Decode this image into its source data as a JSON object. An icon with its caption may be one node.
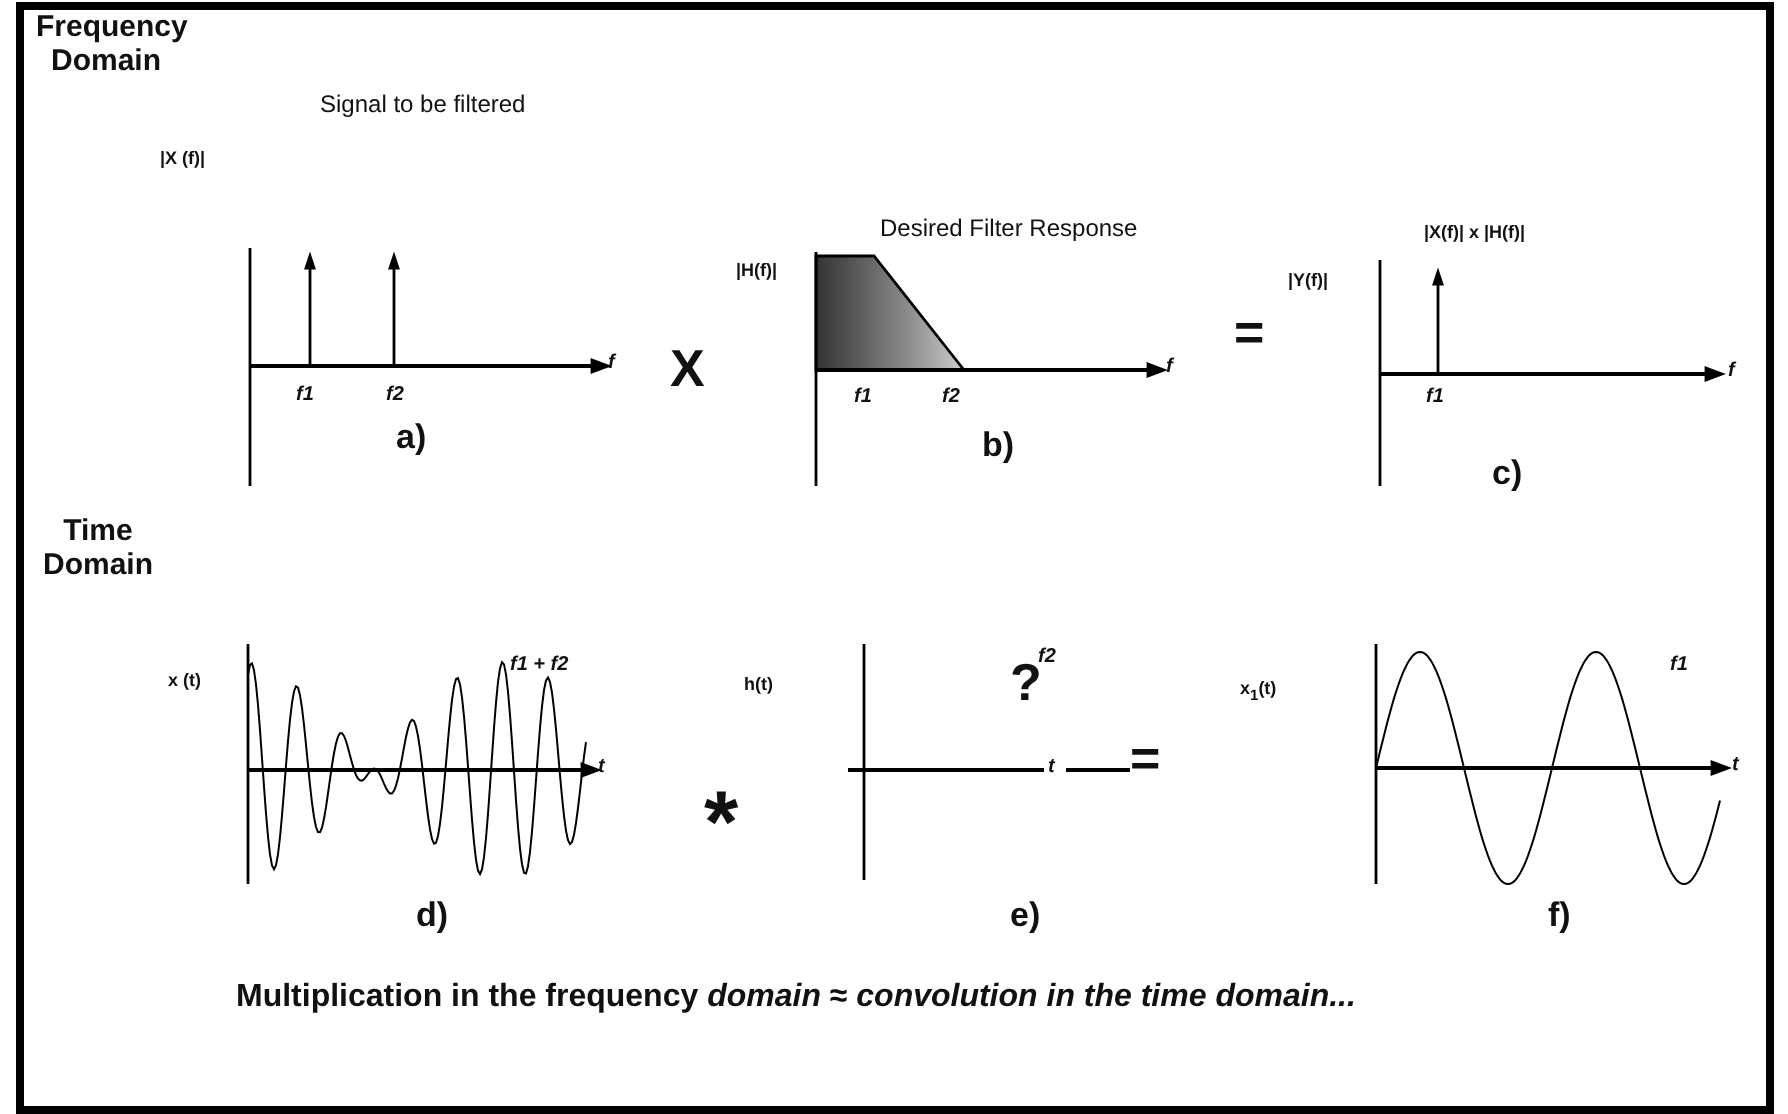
{
  "diagram": {
    "caption": "Multiplication in the frequency *domain* ≈ *convolution in the time domain...*",
    "labels": [
      "Frequency Domain",
      "Signal to be filtered",
      "|X (f)|",
      "f",
      "f1",
      "f2",
      "a)",
      "X",
      "Desired Filter Response",
      "|H(f)|",
      "f",
      "f1",
      "f2",
      "b)",
      "=",
      "|X(f)| x |H(f)|",
      "|Y(f)|",
      "f",
      "f1",
      "c)",
      "Time Domain",
      "x (t)",
      "f1 + f2",
      "t",
      "d)",
      "*",
      "h(t)",
      "?",
      "f2",
      "t",
      "e)",
      "=",
      "x$_{1}$(t)",
      "f1",
      "t",
      "f)"
    ]
  }
}
